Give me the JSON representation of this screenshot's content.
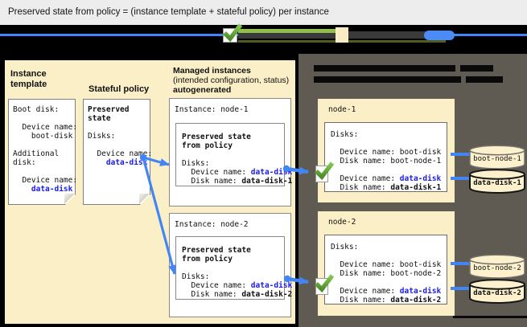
{
  "title": "Preserved state from policy = (instance template + stateful policy) per instance",
  "colors": {
    "accent_blue": "#4285F4",
    "code_blue": "#1C1CE8",
    "check_green": "#6CBE44",
    "panel_cream": "#FBEFC8",
    "panel_dark": "#5F5B53"
  },
  "left_panel": {
    "instance_template": {
      "label": "Instance\ntemplate",
      "doc": {
        "l1": "Boot disk:",
        "l2": "  Device name:",
        "l3": "    boot-disk",
        "l4": "Additional",
        "l5": "disk:",
        "l6": "  Device name:",
        "l7_indent": "    ",
        "l7_value": "data-disk"
      }
    },
    "stateful_policy": {
      "label": "Stateful policy",
      "doc": {
        "l1": "Preserved",
        "l2": "state",
        "l3": "Disks:",
        "l4": "  Device name:",
        "l5_indent": "    ",
        "l5_value": "data-disk"
      }
    },
    "managed_instances": {
      "heading_line1": "Managed instances",
      "heading_line2": "(intended configuration, status)",
      "heading_line3": "autogenerated",
      "instance1": {
        "label": "Instance: node-1",
        "preserved_title": "Preserved state\nfrom policy",
        "disks_label": "Disks:",
        "device_prefix": "  Device name: ",
        "device_value": "data-disk",
        "disk_prefix": "  Disk name: ",
        "disk_value": "data-disk-1"
      },
      "instance2": {
        "label": "Instance: node-2",
        "preserved_title": "Preserved state\nfrom policy",
        "disks_label": "Disks:",
        "device_prefix": "  Device name: ",
        "device_value": "data-disk",
        "disk_prefix": "  Disk name: ",
        "disk_value": "data-disk-2"
      }
    }
  },
  "right_panel": {
    "node1": {
      "label": "node-1",
      "disks_label": "Disks:",
      "boot_device_line": "  Device name: boot-disk",
      "boot_disk_line": "  Disk name: boot-node-1",
      "data_device_prefix": "  Device name: ",
      "data_device_value": "data-disk",
      "data_disk_prefix": "  Disk name: ",
      "data_disk_value": "data-disk-1",
      "boot_cylinder_label": "boot-node-1",
      "data_cylinder_label": "data-disk-1"
    },
    "node2": {
      "label": "node-2",
      "disks_label": "Disks:",
      "boot_device_line": "  Device name: boot-disk",
      "boot_disk_line": "  Disk name: boot-node-2",
      "data_device_prefix": "  Device name: ",
      "data_device_value": "data-disk",
      "data_disk_prefix": "  Disk name: ",
      "data_disk_value": "data-disk-2",
      "boot_cylinder_label": "boot-node-2",
      "data_cylinder_label": "data-disk-2"
    }
  }
}
